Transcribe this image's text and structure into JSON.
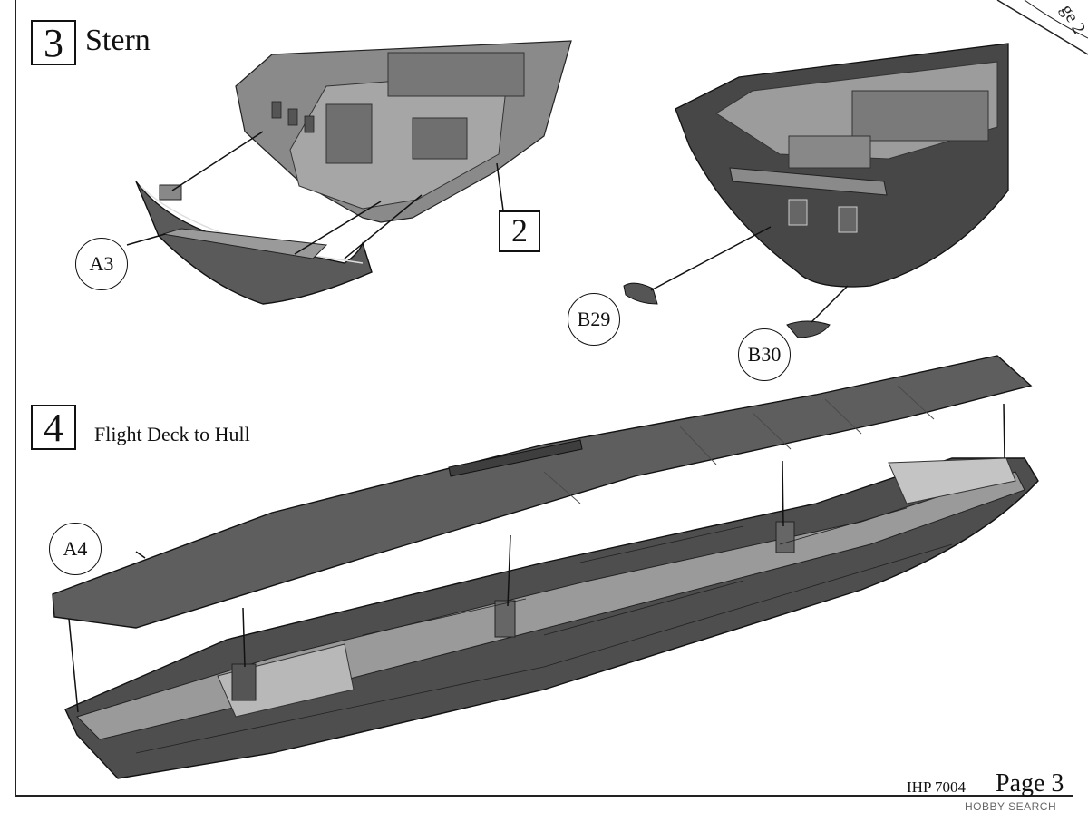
{
  "steps": [
    {
      "number": "3",
      "title": "Stern"
    },
    {
      "number": "4",
      "title": "Flight Deck to Hull"
    }
  ],
  "parts": {
    "a3": "A3",
    "b29": "B29",
    "b30": "B30",
    "a4": "A4"
  },
  "subassembly_ref": "2",
  "footer": {
    "kit_code": "IHP 7004",
    "page": "Page 3",
    "watermark": "HOBBY SEARCH"
  },
  "corner_tab": "ge 2"
}
